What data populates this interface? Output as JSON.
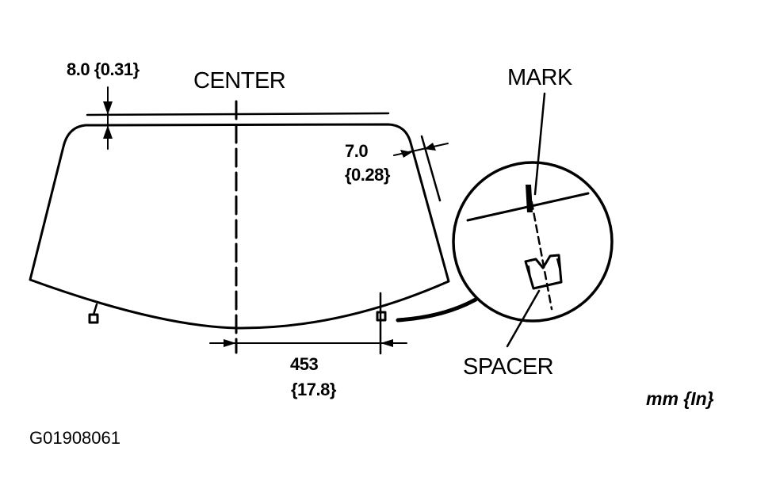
{
  "diagram": {
    "subject": "Windshield installation with spacers",
    "labels": {
      "center": "CENTER",
      "mark": "MARK",
      "spacer": "SPACER",
      "units": "mm {In}",
      "figure_code": "G01908061"
    },
    "dimensions": {
      "top_gap": "8.0 {0.31}",
      "side_gap_mm": "7.0",
      "side_gap_in": "{0.28}",
      "spacer_offset_mm": "453",
      "spacer_offset_in": "{17.8}"
    },
    "colors": {
      "line": "#000000",
      "background": "#ffffff"
    }
  }
}
